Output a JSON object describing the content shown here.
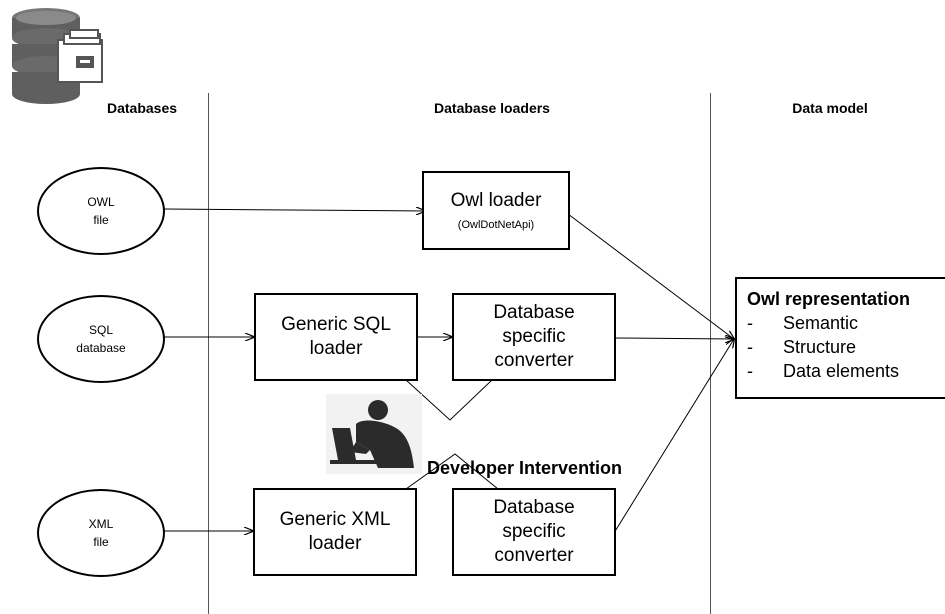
{
  "headers": {
    "databases": "Databases",
    "loaders": "Database loaders",
    "model": "Data model"
  },
  "sources": [
    {
      "line1": "OWL",
      "line2": "file"
    },
    {
      "line1": "SQL",
      "line2": "database"
    },
    {
      "line1": "XML",
      "line2": "file"
    }
  ],
  "owl_loader": {
    "title": "Owl loader",
    "subtitle": "(OwlDotNetApi)"
  },
  "generic_sql_loader": "Generic SQL\nloader",
  "sql_converter": "Database\nspecific\nconverter",
  "generic_xml_loader": "Generic XML\nloader",
  "xml_converter": "Database\nspecific\nconverter",
  "developer_intervention": "Developer Intervention",
  "owl_representation": {
    "title": "Owl representation",
    "items": [
      "Semantic",
      "Structure",
      "Data elements"
    ],
    "bullet": "-"
  },
  "icons": {
    "top_left": "database-cabinet-icon",
    "developer": "developer-at-laptop-icon"
  }
}
